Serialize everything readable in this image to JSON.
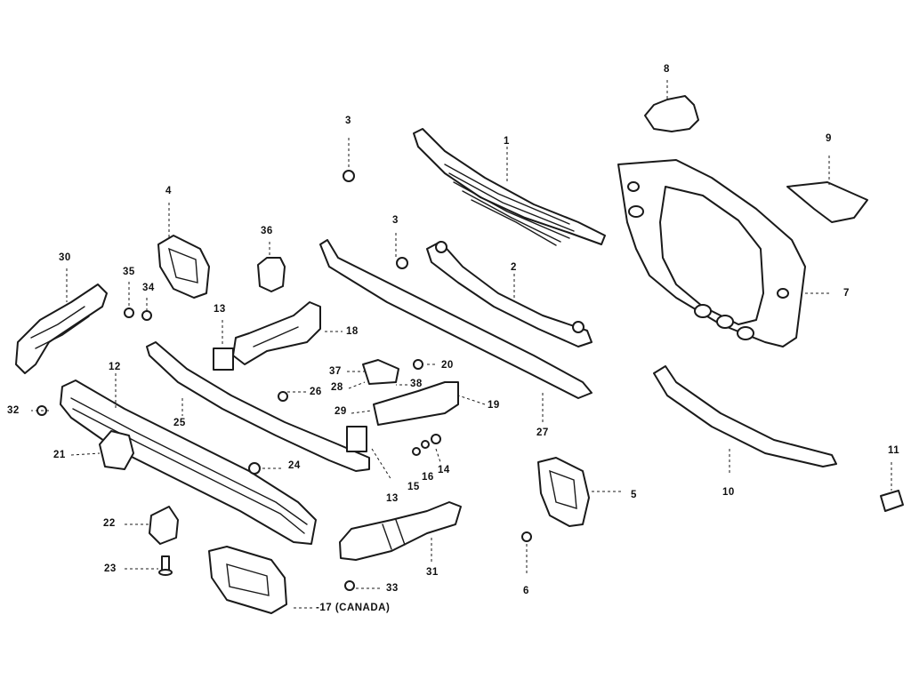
{
  "diagram": {
    "callouts": [
      "1",
      "2",
      "3",
      "3",
      "4",
      "5",
      "6",
      "7",
      "8",
      "9",
      "10",
      "11",
      "12",
      "13",
      "13",
      "14",
      "15",
      "16",
      "-17 (CANADA)",
      "18",
      "19",
      "20",
      "21",
      "22",
      "23",
      "24",
      "25",
      "26",
      "27",
      "28",
      "29",
      "30",
      "31",
      "32",
      "33",
      "34",
      "35",
      "36",
      "37",
      "38"
    ]
  }
}
